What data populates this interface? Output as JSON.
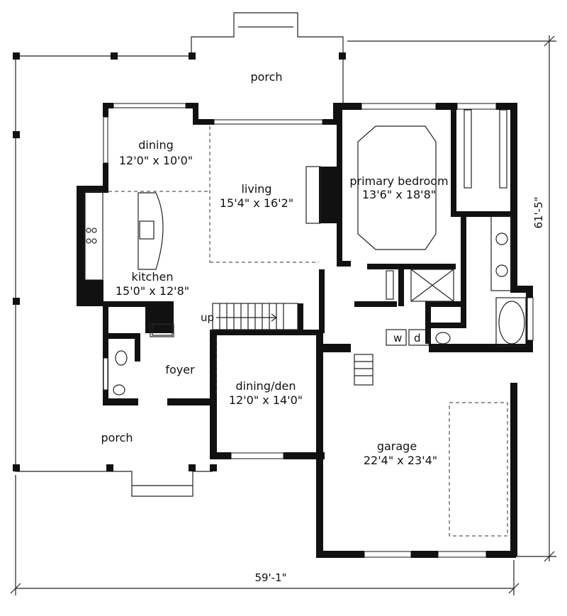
{
  "rooms": {
    "porch_top": "porch",
    "dining": {
      "name": "dining",
      "size": "12'0\" x 10'0\""
    },
    "living": {
      "name": "living",
      "size": "15'4\" x 16'2\""
    },
    "primary_bedroom": {
      "name": "primary bedroom",
      "size": "13'6\" x 18'8\""
    },
    "kitchen": {
      "name": "kitchen",
      "size": "15'0\" x 12'8\""
    },
    "foyer": "foyer",
    "dining_den": {
      "name": "dining/den",
      "size": "12'0\" x 14'0\""
    },
    "porch_bottom": "porch",
    "garage": {
      "name": "garage",
      "size": "22'4\" x 23'4\""
    }
  },
  "labels": {
    "stairs_up": "up",
    "washer": "w",
    "dryer": "d"
  },
  "dimensions": {
    "width": "59'-1\"",
    "depth": "61'-5\""
  }
}
